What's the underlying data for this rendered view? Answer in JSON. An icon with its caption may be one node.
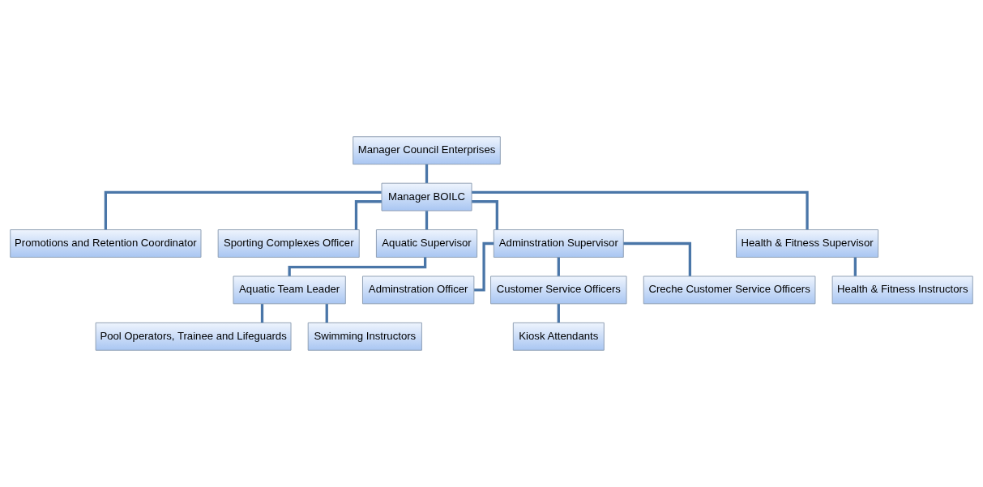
{
  "diagram": {
    "nodes": [
      {
        "text": [
          "Manager Council Enterprises"
        ]
      },
      {
        "text": [
          "Manager BOILC"
        ]
      },
      {
        "text": [
          "Promotions and Retention Coordinator"
        ]
      },
      {
        "text": [
          "Sporting Complexes Officer"
        ]
      },
      {
        "text": [
          "Aquatic Supervisor"
        ]
      },
      {
        "text": [
          "Adminstration Supervisor"
        ]
      },
      {
        "text": [
          "Health & Fitness Supervisor"
        ]
      },
      {
        "text": [
          "Aquatic Team Leader"
        ]
      },
      {
        "text": [
          "Adminstration Officer"
        ]
      },
      {
        "text": [
          "Customer Service Officers"
        ]
      },
      {
        "text": [
          "Creche Customer Service Officers"
        ]
      },
      {
        "text": [
          "Health & Fitness Instructors"
        ]
      },
      {
        "text": [
          "Pool Operators, Trainee and Lifeguards"
        ]
      },
      {
        "text": [
          "Swimming Instructors"
        ]
      },
      {
        "text": [
          "Kiosk Attendants"
        ]
      }
    ],
    "edges": [
      {
        "from": 0,
        "to": 1,
        "arrow": "none"
      },
      {
        "from": 1,
        "to": 2,
        "arrow": "none"
      },
      {
        "from": 1,
        "to": 3,
        "arrow": "none"
      },
      {
        "from": 1,
        "to": 4,
        "arrow": "none"
      },
      {
        "from": 1,
        "to": 5,
        "arrow": "none"
      },
      {
        "from": 1,
        "to": 6,
        "arrow": "none"
      },
      {
        "from": 4,
        "to": 7,
        "arrow": "none"
      },
      {
        "from": 5,
        "to": 8,
        "arrow": "none"
      },
      {
        "from": 5,
        "to": 9,
        "arrow": "none"
      },
      {
        "from": 5,
        "to": 10,
        "arrow": "none"
      },
      {
        "from": 6,
        "to": 11,
        "arrow": "none"
      },
      {
        "from": 7,
        "to": 12,
        "arrow": "none"
      },
      {
        "from": 7,
        "to": 13,
        "arrow": "none"
      },
      {
        "from": 9,
        "to": 14,
        "arrow": "none"
      }
    ]
  }
}
